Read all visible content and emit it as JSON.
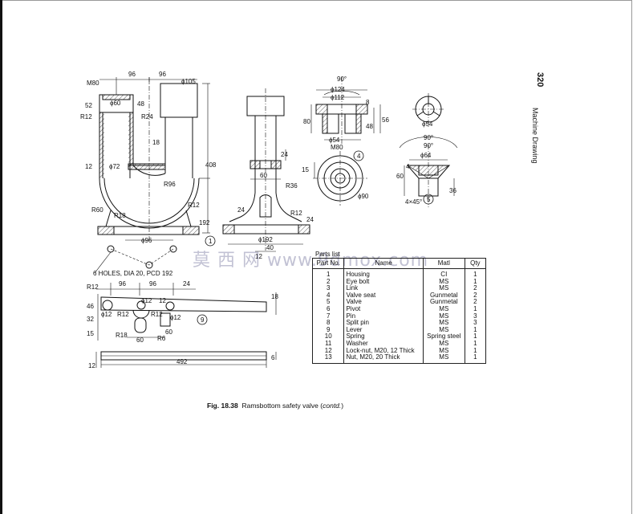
{
  "page": {
    "page_number": "320",
    "running_head": "Machine Drawing",
    "watermark": "莫 西 网 www.9dmox.com",
    "caption_label": "Fig. 18.38",
    "caption_text": "Ramsbottom safety valve (",
    "caption_italic": "contd.",
    "caption_close": ")"
  },
  "parts_list": {
    "title": "Parts list",
    "headers": [
      "Part No.",
      "Name",
      "Matl",
      "Qty"
    ],
    "rows": [
      [
        "1",
        "Housing",
        "CI",
        "1"
      ],
      [
        "2",
        "Eye bolt",
        "MS",
        "1"
      ],
      [
        "3",
        "Link",
        "MS",
        "2"
      ],
      [
        "4",
        "Valve seat",
        "Gunmetal",
        "2"
      ],
      [
        "5",
        "Valve",
        "Gunmetal",
        "2"
      ],
      [
        "6",
        "Pivot",
        "MS",
        "1"
      ],
      [
        "7",
        "Pin",
        "MS",
        "3"
      ],
      [
        "8",
        "Split pin",
        "MS",
        "3"
      ],
      [
        "9",
        "Lever",
        "MS",
        "1"
      ],
      [
        "10",
        "Spring",
        "Spring steel",
        "1"
      ],
      [
        "11",
        "Washer",
        "MS",
        "1"
      ],
      [
        "12",
        "Lock-nut, M20, 12 Thick",
        "MS",
        "1"
      ],
      [
        "13",
        "Nut, M20, 20 Thick",
        "MS",
        "1"
      ]
    ]
  },
  "dimensions": {
    "housing": {
      "m80": "M80",
      "d96a": "96",
      "d96b": "96",
      "phi105": "ϕ105",
      "d52": "52",
      "phi60": "ϕ60",
      "d48": "48",
      "r12a": "R12",
      "r24": "R24",
      "d18": "18",
      "d12": "12",
      "phi72": "ϕ72",
      "r96": "R96",
      "d408": "408",
      "r12b": "R12",
      "d192": "192",
      "r60": "R60",
      "r18": "R18",
      "phi96": "ϕ96",
      "part": "1",
      "holes_note": "6 HOLES, DIA 20, PCD 192"
    },
    "housing_side": {
      "d24a": "24",
      "d60": "60",
      "r36": "R36",
      "d24b": "24",
      "r12": "R12",
      "d24c": "24",
      "phi192": "ϕ192",
      "d40": "40",
      "d12": "12"
    },
    "valve_seat": {
      "d90deg": "90°",
      "phi124": "ϕ124",
      "phi112": "ϕ112",
      "d80": "80",
      "d8": "8",
      "d48": "48",
      "d56": "56",
      "phi54": "ϕ54",
      "m80": "M80",
      "d15": "15",
      "phi90": "ϕ90",
      "part": "4"
    },
    "valve": {
      "phi54": "ϕ54",
      "d90a": "90°",
      "d90b": "90°",
      "phi64": "ϕ64",
      "d60": "60",
      "d4": "4",
      "d36": "36",
      "chamfer": "4×45°",
      "part": "5"
    },
    "lever": {
      "r12a": "R12",
      "d96a": "96",
      "d96b": "96",
      "d24": "24",
      "d46": "46",
      "phi12a": "ϕ12",
      "d12": "12",
      "d18": "18",
      "phi12b": "ϕ12",
      "r12b": "R12",
      "r12c": "R12",
      "d32": "32",
      "phi12c": "ϕ12",
      "d15": "15",
      "r18": "R18",
      "d60a": "60",
      "r6": "R6",
      "d60b": "60",
      "part": "9",
      "d492": "492",
      "d12b": "12",
      "d6": "6"
    }
  }
}
